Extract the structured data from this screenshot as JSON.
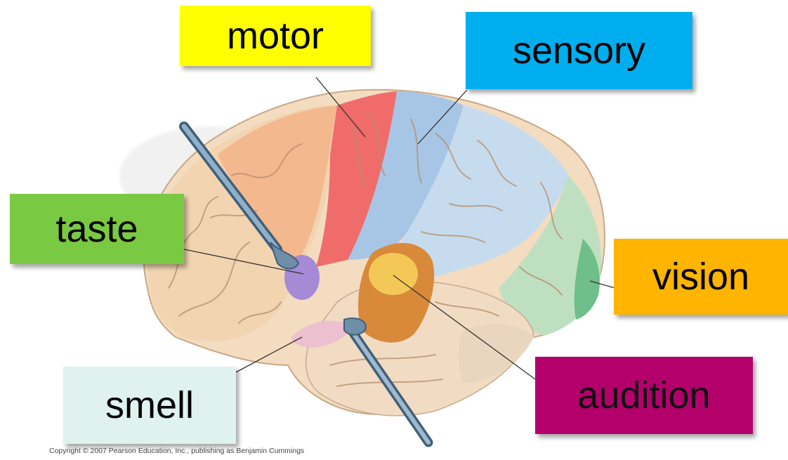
{
  "labels": {
    "motor": "motor",
    "sensory": "sensory",
    "taste": "taste",
    "vision": "vision",
    "audition": "audition",
    "smell": "smell"
  },
  "colors": {
    "motor": "#ffff00",
    "sensory": "#00aeef",
    "taste": "#7ac943",
    "vision": "#ffb400",
    "audition": "#b3006b",
    "smell": "#dff2f0"
  },
  "copyright": "Copyright © 2007 Pearson Education, Inc., publishing as Benjamin Cummings"
}
